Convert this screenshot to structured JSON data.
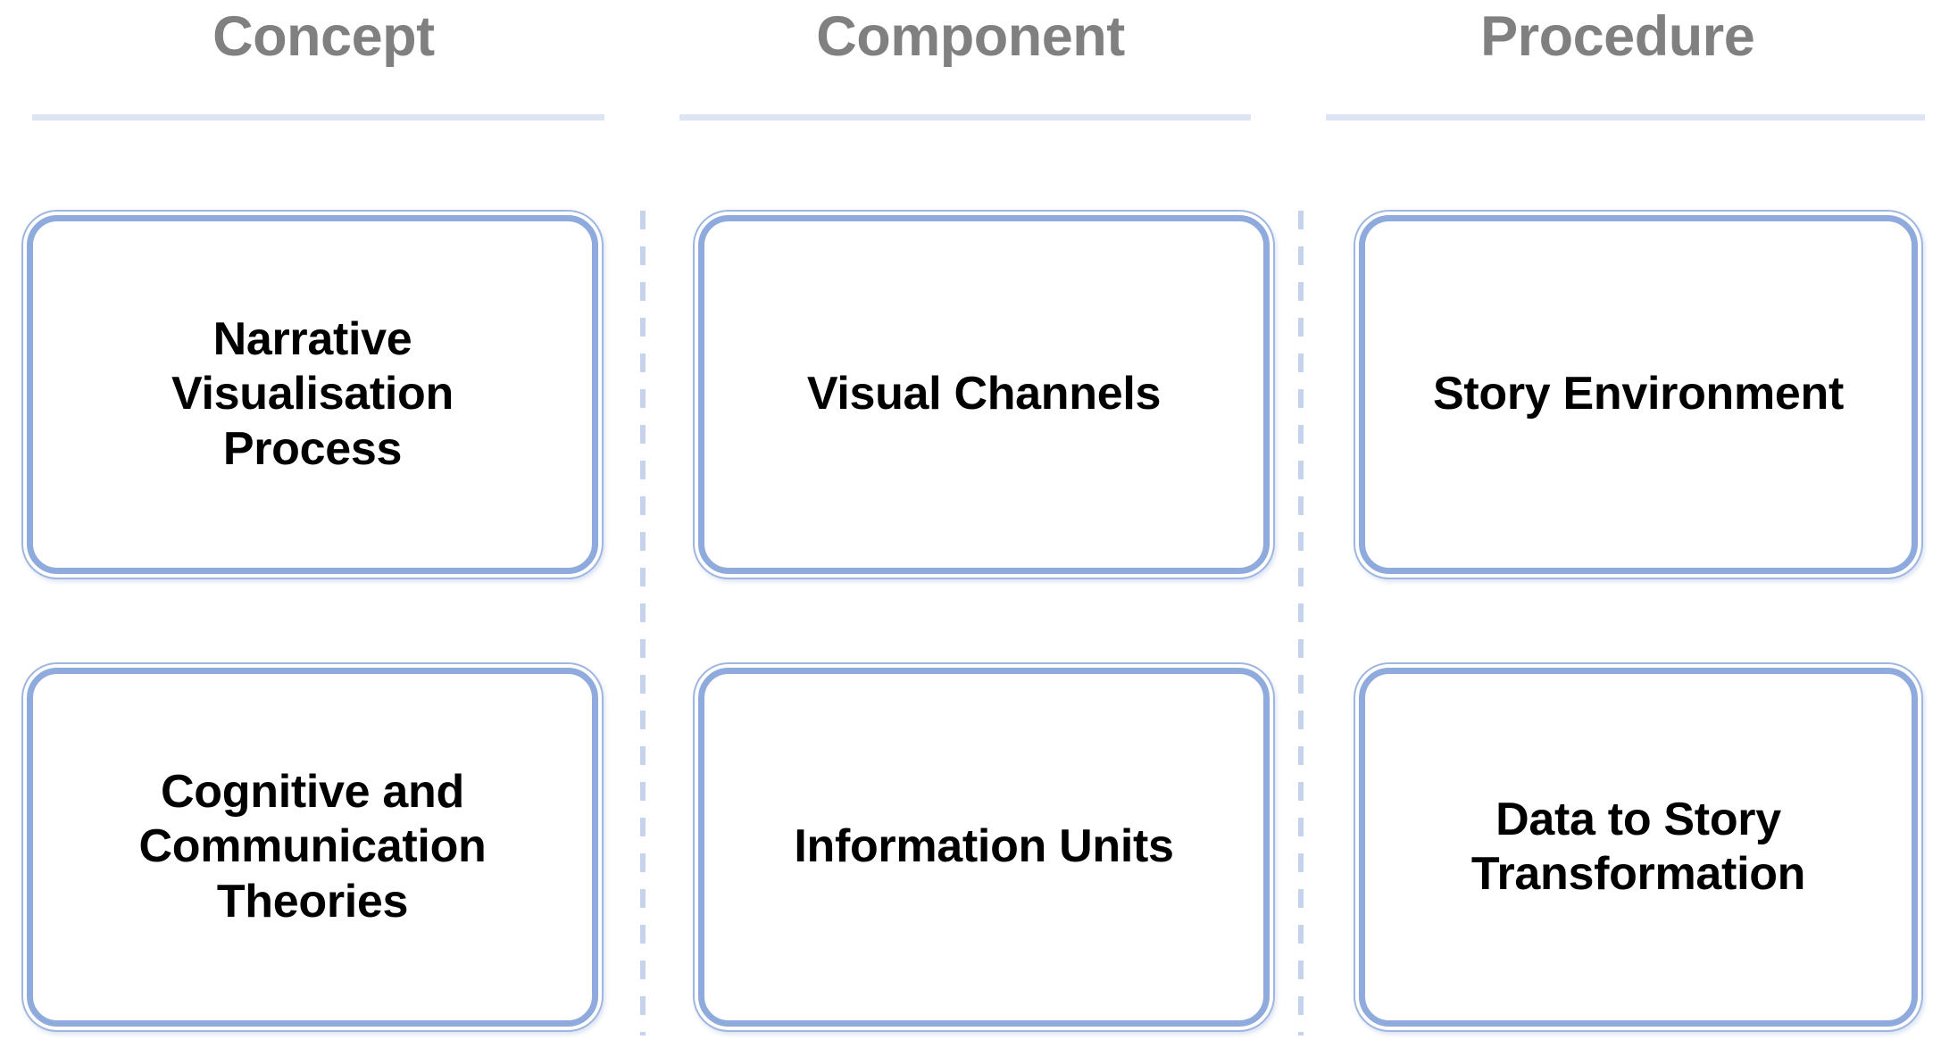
{
  "columns": [
    {
      "header": "Concept"
    },
    {
      "header": "Component"
    },
    {
      "header": "Procedure"
    }
  ],
  "cards": [
    {
      "column": "Concept",
      "row": 1,
      "label": "Narrative\nVisualisation\nProcess"
    },
    {
      "column": "Component",
      "row": 1,
      "label": "Visual Channels"
    },
    {
      "column": "Procedure",
      "row": 1,
      "label": "Story Environment"
    },
    {
      "column": "Concept",
      "row": 2,
      "label": "Cognitive and\nCommunication\nTheories"
    },
    {
      "column": "Component",
      "row": 2,
      "label": "Information Units"
    },
    {
      "column": "Procedure",
      "row": 2,
      "label": "Data to Story\nTransformation"
    }
  ],
  "colors": {
    "header_text": "#808080",
    "header_rule": "#DDE4F3",
    "card_border": "#8FAADC",
    "card_fill": "#FFFFFF",
    "card_text": "#000000",
    "divider": "#C5D3EC",
    "background": "#FFFFFF"
  }
}
